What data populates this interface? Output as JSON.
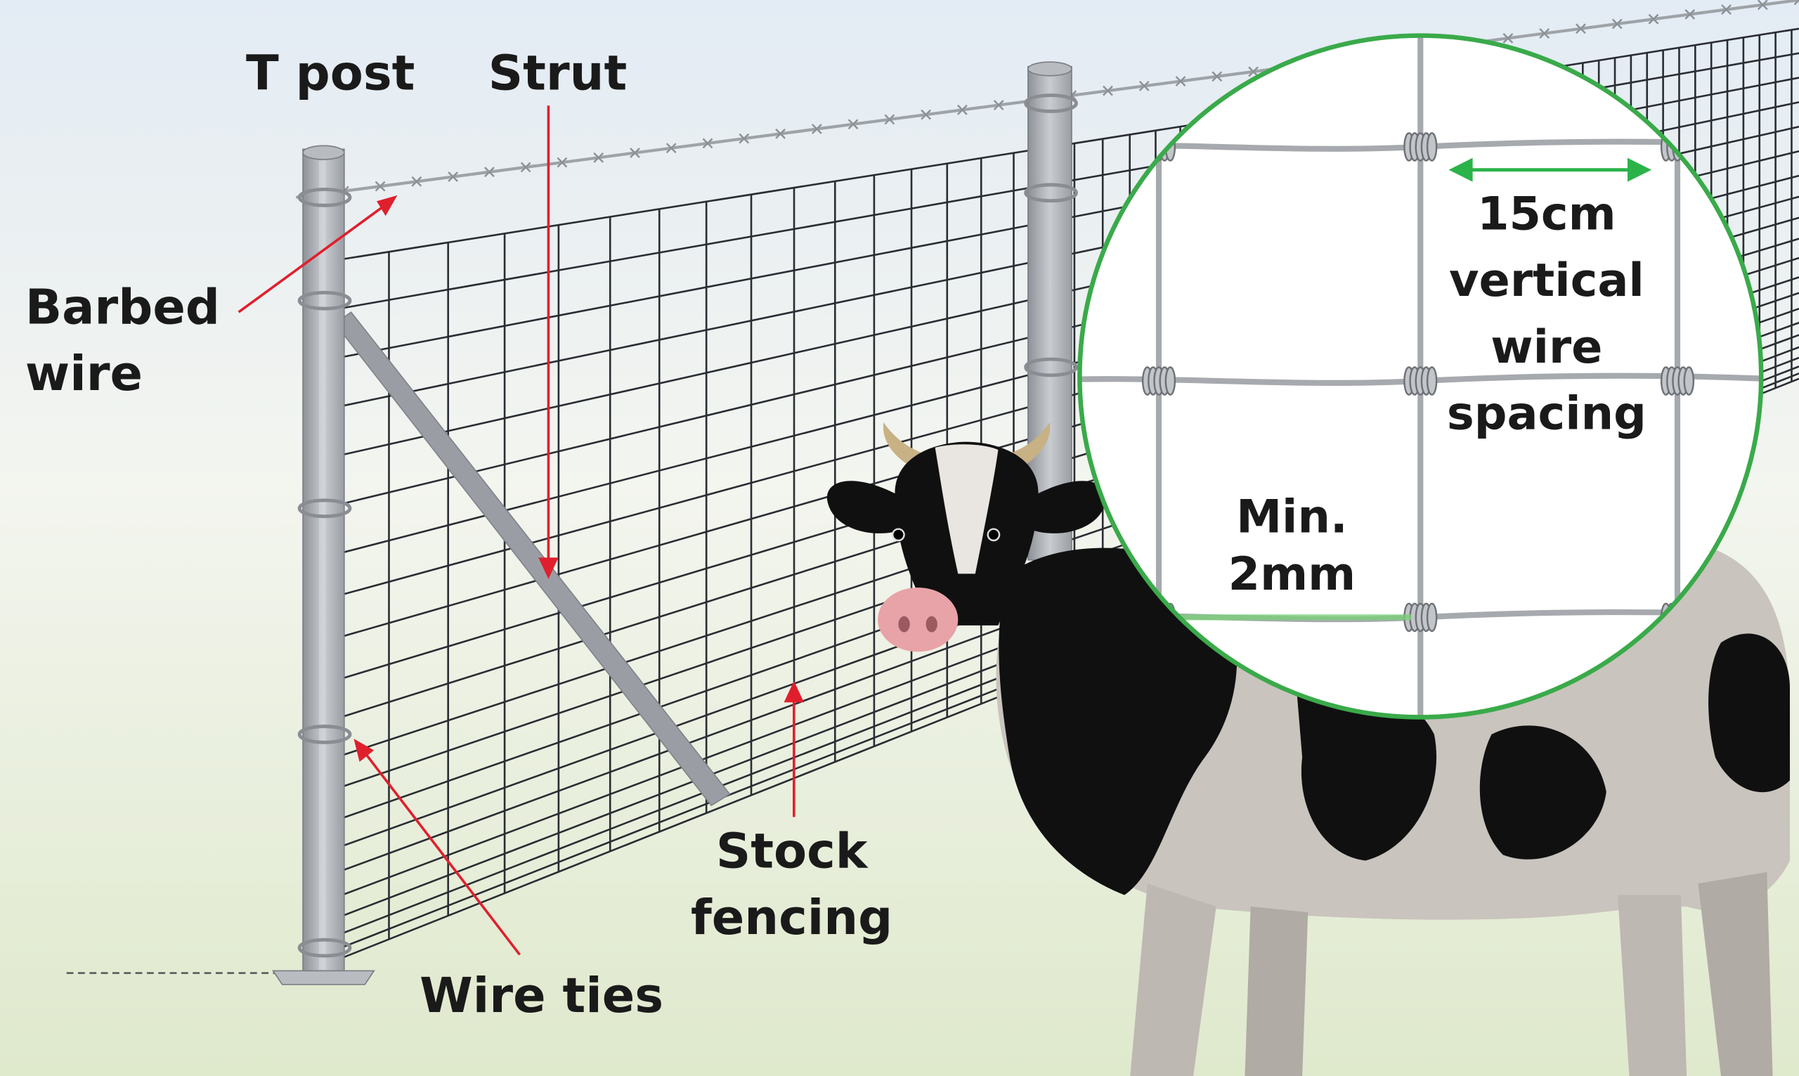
{
  "colors": {
    "sky_top": "#dfe8f2",
    "ground": "#e3edd3",
    "arrow_red": "#e01f2d",
    "arrow_green": "#2bb34a",
    "circle_green": "#3aaa4a",
    "wire_dark": "#2a2d33",
    "post_grey": "#a9adb3",
    "strut_grey": "#9a9ea4",
    "cow_black": "#101010",
    "cow_white": "#c9c4bd",
    "muzzle_pink": "#e7a3a7"
  },
  "labels": {
    "t_post": "T post",
    "strut": "Strut",
    "barbed_wire": [
      "Barbed",
      "wire"
    ],
    "stock_fencing": [
      "Stock",
      "fencing"
    ],
    "wire_ties": "Wire ties"
  },
  "inset": {
    "spacing": [
      "15cm",
      "vertical",
      "wire",
      "spacing"
    ],
    "gauge": [
      "Min.",
      "2mm"
    ]
  }
}
